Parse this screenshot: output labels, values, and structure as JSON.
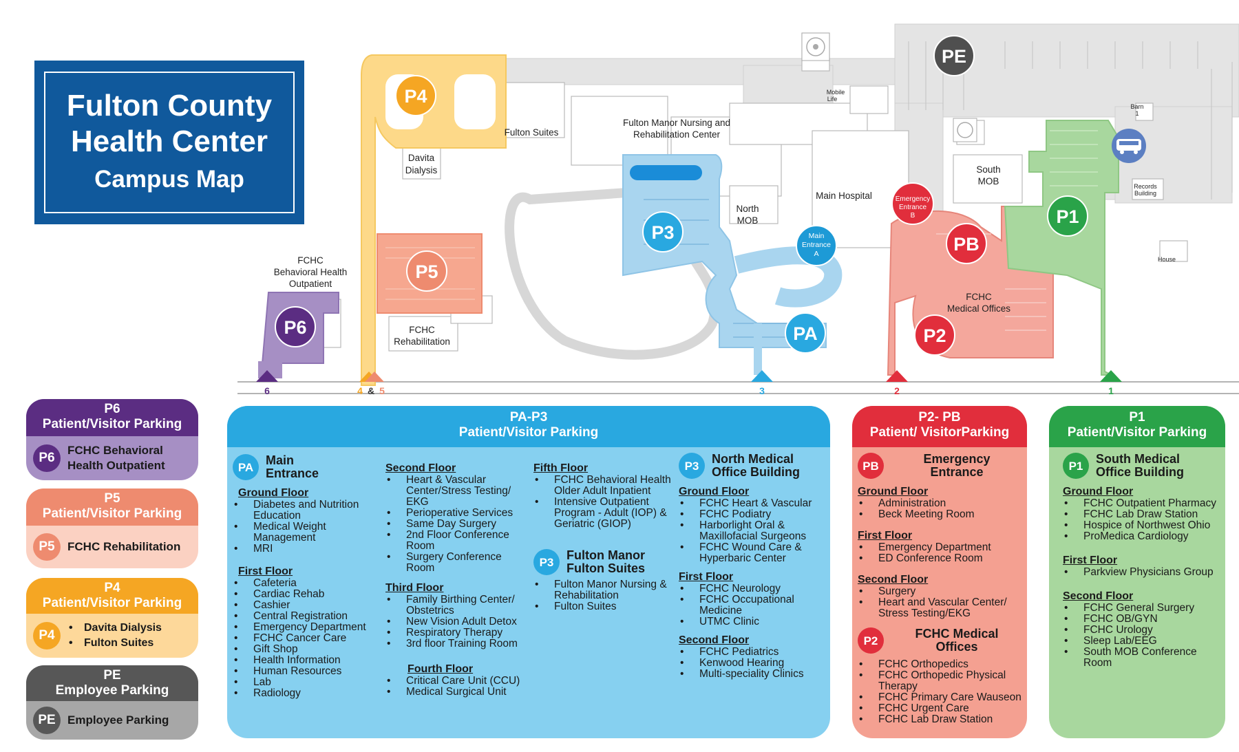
{
  "title": {
    "line1": "Fulton County",
    "line2": "Health Center",
    "line3": "Campus Map"
  },
  "colors": {
    "title_bg": "#10599c",
    "p6": "#5b2d82",
    "p6_light": "#a68fc4",
    "p5": "#ee8b6f",
    "p5_light": "#fbd1c2",
    "p4": "#f5a623",
    "p4_light": "#fdd89a",
    "pe": "#575757",
    "pe_light": "#a7a7a7",
    "pa": "#29a8e0",
    "pa_light": "#86d0f0",
    "p2": "#e12e3c",
    "p2_light": "#f4a091",
    "p1": "#2aa349",
    "p1_light": "#a8d79e"
  },
  "map": {
    "parking_badges": [
      "PE",
      "P4",
      "P3",
      "P5",
      "P6",
      "PA",
      "PB",
      "P2",
      "P1"
    ],
    "labels": {
      "fulton_suites": "Fulton Suites",
      "davita_1": "Davita",
      "davita_2": "Dialysis",
      "manor_1": "Fulton Manor Nursing and",
      "manor_2": "Rehabilitation Center",
      "mobile_life_1": "Mobile",
      "mobile_life_2": "Life",
      "north_mob_1": "North",
      "north_mob_2": "MOB",
      "main_hospital": "Main Hospital",
      "south_mob_1": "South",
      "south_mob_2": "MOB",
      "barn_1": "Barn",
      "barn_2": "1",
      "records_1": "Records",
      "records_2": "Building",
      "house": "House",
      "behavioral_1": "FCHC",
      "behavioral_2": "Behavioral Health",
      "behavioral_3": "Outpatient",
      "rehab_1": "FCHC",
      "rehab_2": "Rehabilitation",
      "medical_offices_1": "FCHC",
      "medical_offices_2": "Medical Offices",
      "main_entrance_1": "Main",
      "main_entrance_2": "Entrance",
      "main_entrance_3": "A",
      "emergency_entrance_1": "Emergency",
      "emergency_entrance_2": "Entrance",
      "emergency_entrance_3": "B"
    },
    "entrance_numbers": {
      "e6": "6",
      "e4": "4",
      "amp": "&",
      "e5": "5",
      "e3": "3",
      "e2": "2",
      "e1": "1"
    },
    "icons": [
      "helipad-icon",
      "bus-icon"
    ]
  },
  "legend": {
    "p6": {
      "head1": "P6",
      "head2": "Patient/Visitor Parking",
      "badge": "P6",
      "text1": "FCHC Behavioral",
      "text2": "Health Outpatient"
    },
    "p5": {
      "head1": "P5",
      "head2": "Patient/Visitor Parking",
      "badge": "P5",
      "text": "FCHC Rehabilitation"
    },
    "p4": {
      "head1": "P4",
      "head2": "Patient/Visitor Parking",
      "badge": "P4",
      "items": [
        "Davita Dialysis",
        "Fulton Suites"
      ]
    },
    "pe": {
      "head1": "PE",
      "head2": "Employee Parking",
      "badge": "PE",
      "text": "Employee Parking"
    }
  },
  "pa_panel": {
    "head1": "PA-P3",
    "head2": "Patient/Visitor Parking",
    "main": {
      "badge": "PA",
      "title1": "Main",
      "title2": "Entrance",
      "ground_title": "Ground Floor",
      "ground": [
        "Diabetes and Nutrition Education",
        "Medical Weight Management",
        "MRI"
      ],
      "first_title": "First Floor",
      "first": [
        "Cafeteria",
        "Cardiac Rehab",
        "Cashier",
        "Central Registration",
        "Emergency Department",
        "FCHC Cancer Care",
        "Gift Shop",
        "Health Information",
        "Human Resources",
        "Lab",
        "Radiology"
      ]
    },
    "upper": {
      "second_title": "Second Floor",
      "second": [
        "Heart & Vascular Center/Stress Testing/ EKG",
        "Perioperative Services",
        "Same Day Surgery",
        "2nd Floor Conference Room",
        "Surgery Conference Room"
      ],
      "third_title": "Third Floor",
      "third": [
        "Family Birthing Center/ Obstetrics",
        "New Vision Adult Detox",
        "Respiratory Therapy",
        "3rd floor Training Room"
      ],
      "fourth_title": "Fourth Floor",
      "fourth": [
        "Critical Care Unit (CCU)",
        "Medical Surgical Unit"
      ]
    },
    "fifth": {
      "fifth_title": "Fifth Floor",
      "fifth": [
        "FCHC Behavioral Health Older Adult Inpatient",
        "Intensive Outpatient Program - Adult (IOP) & Geriatric (GIOP)"
      ]
    },
    "manor": {
      "badge": "P3",
      "title1": "Fulton Manor",
      "title2": "Fulton Suites",
      "items": [
        "Fulton Manor Nursing & Rehabilitation",
        "Fulton Suites"
      ]
    },
    "north": {
      "badge": "P3",
      "title1": "North Medical",
      "title2": "Office Building",
      "ground_title": "Ground Floor",
      "ground": [
        "FCHC Heart & Vascular",
        "FCHC Podiatry",
        "Harborlight Oral & Maxillofacial Surgeons",
        "FCHC Wound Care & Hyperbaric Center"
      ],
      "first_title": "First Floor",
      "first": [
        "FCHC Neurology",
        "FCHC Occupational Medicine",
        "UTMC Clinic"
      ],
      "second_title": "Second Floor",
      "second": [
        "FCHC Pediatrics",
        "Kenwood Hearing",
        "Multi-speciality Clinics"
      ]
    }
  },
  "p2_panel": {
    "head1": "P2- PB",
    "head2": "Patient/ VisitorParking",
    "er": {
      "badge": "PB",
      "title1": "Emergency",
      "title2": "Entrance",
      "ground_title": "Ground Floor",
      "ground": [
        "Administration",
        "Beck Meeting Room"
      ],
      "first_title": "First Floor",
      "first": [
        "Emergency Department",
        "ED Conference Room"
      ],
      "second_title": "Second Floor",
      "second": [
        "Surgery",
        "Heart and Vascular Center/ Stress Testing/EKG"
      ]
    },
    "offices": {
      "badge": "P2",
      "title1": "FCHC Medical",
      "title2": "Offices",
      "items": [
        "FCHC Orthopedics",
        "FCHC Orthopedic Physical Therapy",
        "FCHC Primary Care Wauseon",
        "FCHC Urgent Care",
        "FCHC Lab Draw Station"
      ]
    }
  },
  "p1_panel": {
    "head1": "P1",
    "head2": "Patient/Visitor  Parking",
    "south": {
      "badge": "P1",
      "title1": "South Medical",
      "title2": "Office Building",
      "ground_title": "Ground Floor",
      "ground": [
        "FCHC Outpatient Pharmacy",
        "FCHC Lab Draw Station",
        "Hospice of Northwest Ohio",
        "ProMedica Cardiology"
      ],
      "first_title": "First Floor",
      "first": [
        "Parkview Physicians Group"
      ],
      "second_title": "Second Floor",
      "second": [
        "FCHC General Surgery",
        "FCHC OB/GYN",
        "FCHC Urology",
        "Sleep Lab/EEG",
        "South MOB Conference Room"
      ]
    }
  }
}
